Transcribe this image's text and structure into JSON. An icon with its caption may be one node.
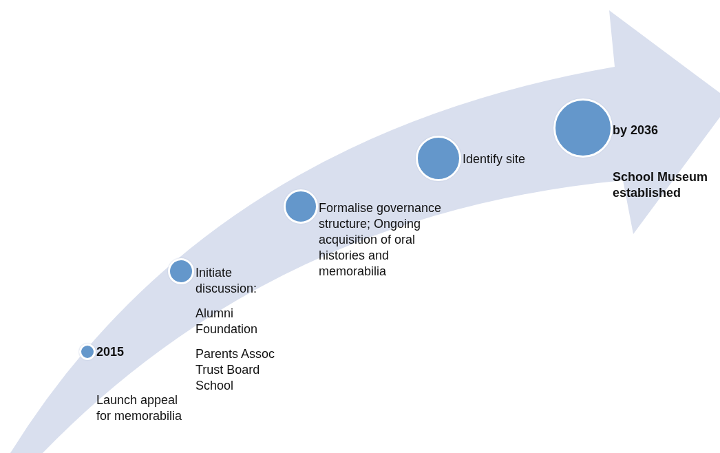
{
  "diagram": {
    "nodes": [
      {
        "text": [
          "2015",
          "Launch appeal for memorabilia"
        ]
      },
      {
        "text": [
          "Initiate discussion:",
          "Alumni Foundation",
          "Parents Assoc Trust Board School"
        ]
      },
      {
        "text": [
          "Formalise governance structure; Ongoing acquisition of oral histories and memorabilia"
        ]
      },
      {
        "text": [
          "Identify site"
        ]
      },
      {
        "text": [
          "by 2036",
          "School Museum established"
        ]
      }
    ]
  }
}
